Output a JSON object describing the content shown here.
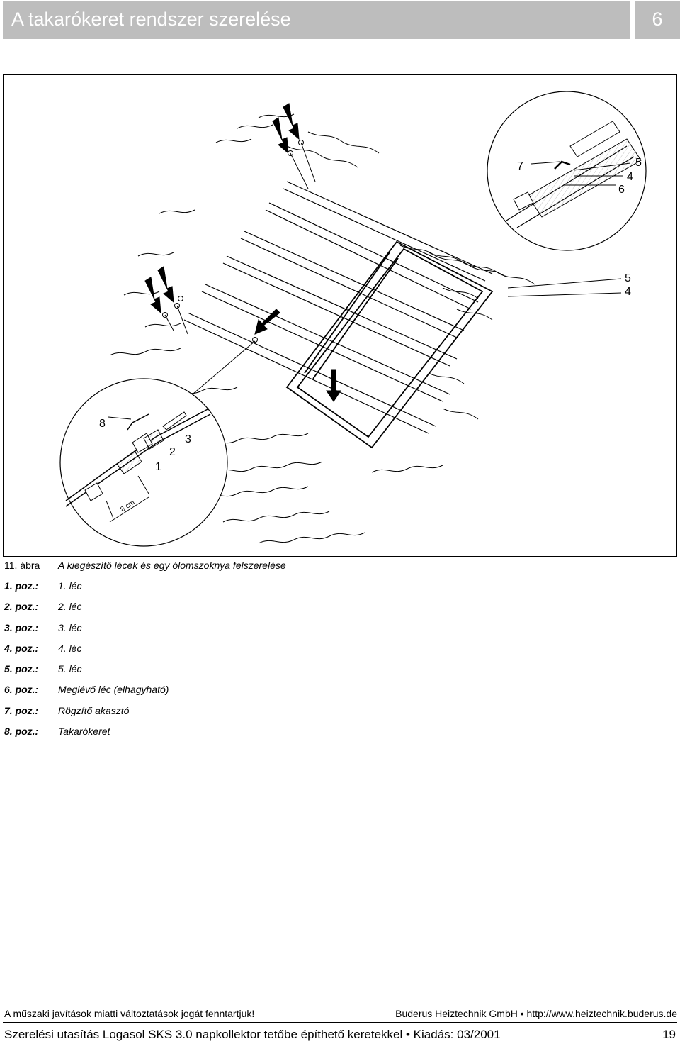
{
  "header": {
    "title": "A takarókeret rendszer szerelése",
    "chapter": "6"
  },
  "figure": {
    "callouts": {
      "c7": "7",
      "c5a": "5",
      "c4a": "4",
      "c6": "6",
      "c5b": "5",
      "c4b": "4",
      "c8": "8",
      "c3": "3",
      "c2": "2",
      "c1": "1",
      "dim": "8 cm"
    }
  },
  "caption": {
    "label": "11. ábra",
    "text": "A kiegészítő lécek és egy ólomszoknya felszerelése"
  },
  "legend": [
    {
      "key": "1. poz.:",
      "value": "1. léc"
    },
    {
      "key": "2. poz.:",
      "value": "2. léc"
    },
    {
      "key": "3. poz.:",
      "value": "3. léc"
    },
    {
      "key": "4. poz.:",
      "value": "4. léc"
    },
    {
      "key": "5. poz.:",
      "value": "5. léc"
    },
    {
      "key": "6. poz.:",
      "value": "Meglévő léc (elhagyható)"
    },
    {
      "key": "7. poz.:",
      "value": "Rögzítő akasztó"
    },
    {
      "key": "8. poz.:",
      "value": "Takarókeret"
    }
  ],
  "footer": {
    "notice": "A műszaki javítások miatti változtatások jogát fenntartjuk!",
    "company": "Buderus Heiztechnik GmbH • http://www.heiztechnik.buderus.de",
    "document": "Szerelési utasítás Logasol SKS 3.0 napkollektor tetőbe építhető keretekkel • Kiadás: 03/2001",
    "page": "19"
  }
}
